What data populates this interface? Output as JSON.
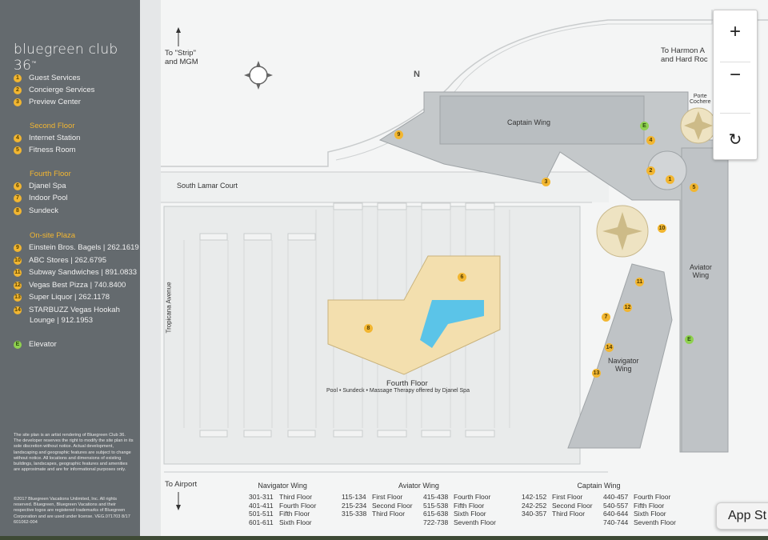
{
  "brand": {
    "name": "bluegreen club 36",
    "tm": "™"
  },
  "legend": {
    "items_ground": [
      {
        "n": "1",
        "label": "Guest Services"
      },
      {
        "n": "2",
        "label": "Concierge Services"
      },
      {
        "n": "3",
        "label": "Preview Center"
      }
    ],
    "second_floor": {
      "title": "Second Floor",
      "items": [
        {
          "n": "4",
          "label": "Internet Station"
        },
        {
          "n": "5",
          "label": "Fitness Room"
        }
      ]
    },
    "fourth_floor": {
      "title": "Fourth Floor",
      "items": [
        {
          "n": "6",
          "label": "Djanel Spa"
        },
        {
          "n": "7",
          "label": "Indoor Pool"
        },
        {
          "n": "8",
          "label": "Sundeck"
        }
      ]
    },
    "plaza": {
      "title": "On-site Plaza",
      "items": [
        {
          "n": "9",
          "label": "Einstein Bros. Bagels | 262.1619"
        },
        {
          "n": "10",
          "label": "ABC Stores | 262.6795"
        },
        {
          "n": "11",
          "label": "Subway Sandwiches | 891.0833"
        },
        {
          "n": "12",
          "label": "Vegas Best Pizza | 740.8400"
        },
        {
          "n": "13",
          "label": "Super Liquor | 262.1178"
        },
        {
          "n": "14",
          "label": "STARBUZZ Vegas Hookah"
        },
        {
          "n": "",
          "label": "Lounge | 912.1953"
        }
      ]
    },
    "elevator": {
      "n": "E",
      "label": "Elevator"
    }
  },
  "disclaimer": "The site plan is an artist rendering of Bluegreen Club 36. The developer reserves the right to modify the site plan in its sole discretion without notice. Actual development, landscaping and geographic features are subject to change without notice. All locations and dimensions of existing buildings, landscapes, geographic features and amenities are approximate and are for informational purposes only.",
  "copyright": "©2017 Bluegreen Vacations Unlimited, Inc. All rights reserved. Bluegreen, Bluegreen Vacations and their respective logos are registered trademarks of Bluegreen Corporation and are used under license. VEG.071703 8/17 601062-004",
  "map": {
    "strip": "To \"Strip\"",
    "strip2": "and MGM",
    "harmon": "To Harmon A",
    "harmon2": "and Hard Roc",
    "porte": "Porte",
    "porte2": "Cochere",
    "south_lamar": "South Lamar Court",
    "tropicana": "Tropicana Avenue",
    "airport": "To Airport",
    "captain_wing": "Captain Wing",
    "aviator_wing": "Aviator",
    "aviator_wing2": "Wing",
    "navigator_wing": "Navigator",
    "navigator_wing2": "Wing",
    "fourth_floor": "Fourth Floor",
    "fourth_floor_sub": "Pool • Sundeck • Massage Therapy offered by Djanel Spa",
    "north": "N"
  },
  "tables": {
    "navigator": {
      "title": "Navigator Wing",
      "rows": [
        [
          "301-311",
          "Third Floor"
        ],
        [
          "401-411",
          "Fourth Floor"
        ],
        [
          "501-511",
          "Fifth Floor"
        ],
        [
          "601-611",
          "Sixth Floor"
        ]
      ]
    },
    "aviator": {
      "title": "Aviator Wing",
      "rows": [
        [
          "115-134",
          "First Floor",
          "415-438",
          "Fourth Floor"
        ],
        [
          "215-234",
          "Second Floor",
          "515-538",
          "Fifth Floor"
        ],
        [
          "315-338",
          "Third Floor",
          "615-638",
          "Sixth Floor"
        ],
        [
          "",
          "",
          "722-738",
          "Seventh Floor"
        ]
      ]
    },
    "captain": {
      "title": "Captain Wing",
      "rows": [
        [
          "142-152",
          "First Floor",
          "440-457",
          "Fourth Floor"
        ],
        [
          "242-252",
          "Second Floor",
          "540-557",
          "Fifth Floor"
        ],
        [
          "340-357",
          "Third Floor",
          "640-644",
          "Sixth Floor"
        ],
        [
          "",
          "",
          "740-744",
          "Seventh Floor"
        ]
      ]
    }
  },
  "controls": {
    "zoom_in": "+",
    "zoom_out": "−",
    "reset": "↻",
    "app_store": "App St"
  }
}
